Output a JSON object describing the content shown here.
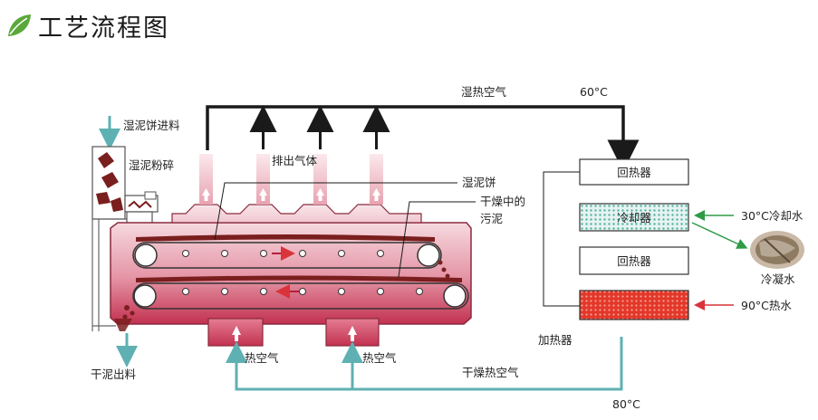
{
  "page": {
    "title": "工艺流程图"
  },
  "colors": {
    "header_leaf": "#5aa83a",
    "dryer_gradient_top": "#f4d2da",
    "dryer_gradient_bottom": "#c23150",
    "teal_line": "#5fb0b3",
    "dark_line": "#1a1a1a",
    "cooler_fill": "#dff1ef",
    "cooler_dots": "#59b3a7",
    "heater_fill": "#e3372a",
    "heater_dots": "#f7a192",
    "hot_water_arrow": "#d9343a",
    "condensate_arrow": "#2e9b45",
    "sludge": "#7a1e1e"
  },
  "labels": {
    "wet_sludge_feed": "湿泥饼进料",
    "wet_sludge_crush": "湿泥粉碎",
    "exhaust_gas": "排出气体",
    "humid_hot_air": "湿热空气",
    "temp_60": "60°C",
    "wet_cake": "湿泥饼",
    "drying_sludge_line1": "干燥中的",
    "drying_sludge_line2": "污泥",
    "heat_recovery_top": "回热器",
    "cooler": "冷却器",
    "heat_recovery_mid": "回热器",
    "cooling_water": "30°C冷却水",
    "condensate": "冷凝水",
    "hot_water": "90°C热水",
    "heater": "加热器",
    "dry_sludge_out": "干泥出料",
    "hot_air_1": "热空气",
    "hot_air_2": "热空气",
    "dry_hot_air": "干燥热空气",
    "temp_80": "80°C"
  }
}
